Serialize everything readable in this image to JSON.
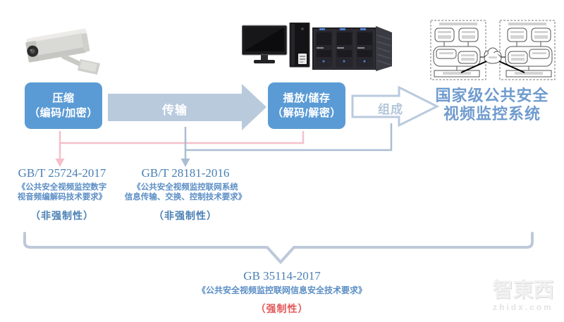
{
  "flow": {
    "compress_box": {
      "line1": "压缩",
      "line2": "（编码/加密）"
    },
    "transmit_arrow": {
      "label": "传输"
    },
    "play_box": {
      "line1": "播放/储存",
      "line2": "（解码/解密）"
    },
    "compose_arrow": {
      "label": "组成"
    },
    "result": {
      "line1": "国家级公共安全",
      "line2": "视频监控系统"
    }
  },
  "standards": [
    {
      "code": "GB/T 25724-2017",
      "title_line1": "《公共安全视频监控数字",
      "title_line2": "视音频编解码技术要求》",
      "note": "（非强制性）"
    },
    {
      "code": "GB/T 28181-2016",
      "title_line1": "《公共安全视频监控联网系统",
      "title_line2": "信息传输、交换、控制技术要求》",
      "note": "（非强制性）"
    }
  ],
  "bottom_standard": {
    "code": "GB 35114-2017",
    "title": "《公共安全视频监控联网信息安全技术要求》",
    "note": "（强制性）"
  },
  "watermark": {
    "logo": "智東西",
    "url": "zhidx.com"
  },
  "icons": {
    "camera": "cctv-camera-illustration",
    "computer": "monitor-and-pc-tower-illustration",
    "server": "server-rack-illustration",
    "architecture": "national-platform-architecture-diagram"
  },
  "colors": {
    "solid_box_blue": "#5b9bd5",
    "arrow_fill": "#b9cadd",
    "compose_arrow_outline": "#b9cadd",
    "compose_text": "#b3c6da",
    "result_blue": "#6f9bce",
    "pink_connector": "#f5bfcb",
    "gray_connector": "#aabdd2",
    "standard_code_blue": "#4a80b4",
    "standard_title_blue": "#5b8ec5",
    "mandatory_red": "#e25858",
    "brace": "#bdc9d9"
  }
}
